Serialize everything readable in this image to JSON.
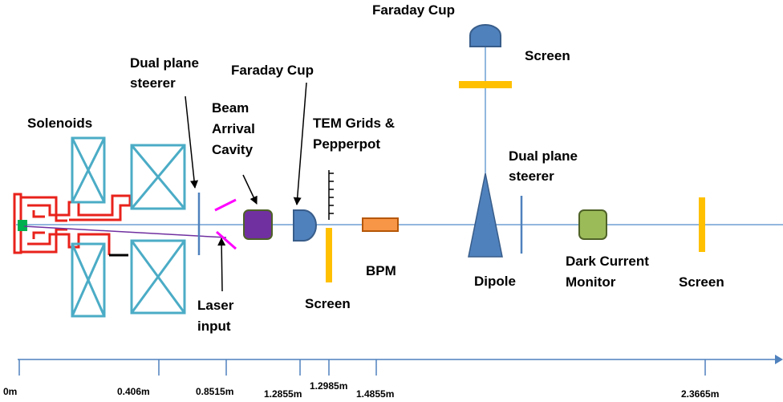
{
  "labels": {
    "solenoids": "Solenoids",
    "dual_plane_steerer_1_line1": "Dual plane",
    "dual_plane_steerer_1_line2": "steerer",
    "beam_arrival_cavity_line1": "Beam",
    "beam_arrival_cavity_line2": "Arrival",
    "beam_arrival_cavity_line3": "Cavity",
    "faraday_cup_1": "Faraday Cup",
    "tem_grids_line1": "TEM Grids &",
    "tem_grids_line2": "Pepperpot",
    "faraday_cup_2": "Faraday Cup",
    "screen_top": "Screen",
    "dual_plane_steerer_2_line1": "Dual plane",
    "dual_plane_steerer_2_line2": "steerer",
    "bpm": "BPM",
    "dipole": "Dipole",
    "dark_current_line1": "Dark Current",
    "dark_current_line2": "Monitor",
    "screen_right": "Screen",
    "screen_lower": "Screen",
    "laser_input_line1": "Laser",
    "laser_input_line2": "input"
  },
  "axis": {
    "ticks": [
      "0m",
      "0.406m",
      "0.8515m",
      "1.2855m",
      "1.2985m",
      "1.4855m",
      "2.3665m"
    ]
  },
  "colors": {
    "beamline": "#6f9fd3",
    "gun": "#e8221b",
    "solenoid": "#4bacc6",
    "component_blue": "#4f81bd",
    "component_outline": "#385d8a",
    "screen": "#ffc000",
    "mirror": "#ff00ff",
    "cavity": "#7030a0",
    "bpm": "#f79646",
    "dark_current": "#9bbb59",
    "cathode": "#00b050",
    "laser": "#7030a0"
  }
}
